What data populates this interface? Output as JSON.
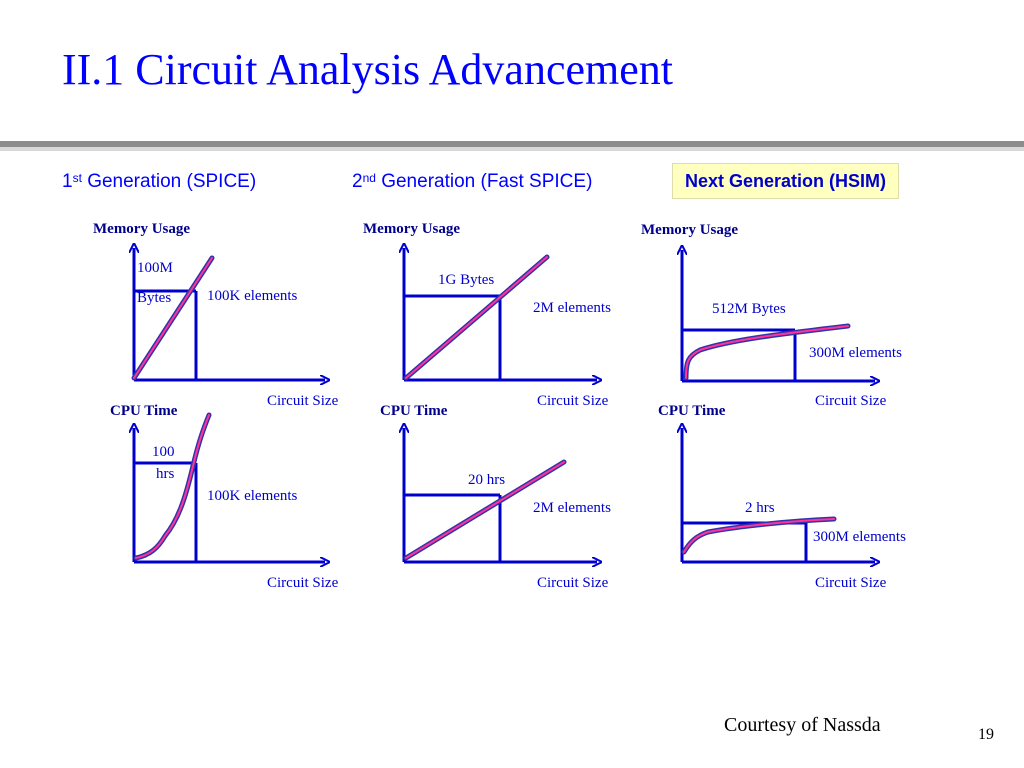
{
  "title": "II.1 Circuit Analysis Advancement",
  "generations": [
    {
      "base": "1",
      "sup": "st",
      "rest": " Generation (SPICE)"
    },
    {
      "base": "2",
      "sup": "nd",
      "rest": " Generation (Fast SPICE)"
    },
    {
      "label": "Next Generation (HSIM)"
    }
  ],
  "axes": {
    "memory_label": "Memory Usage",
    "cpu_label": "CPU Time",
    "x_label": "Circuit Size"
  },
  "panels": {
    "g1_mem": {
      "value_line1": "100M",
      "value_line2": "Bytes",
      "elements": "100K  elements"
    },
    "g2_mem": {
      "value": "1G  Bytes",
      "elements": "2M  elements"
    },
    "g3_mem": {
      "value": "512M   Bytes",
      "elements": "300M  elements"
    },
    "g1_cpu": {
      "value_line1": "100",
      "value_line2": "hrs",
      "elements": "100K  elements"
    },
    "g2_cpu": {
      "value": "20 hrs",
      "elements": "2M  elements"
    },
    "g3_cpu": {
      "value": "2 hrs",
      "elements": "300M  elements"
    }
  },
  "colors": {
    "axis": "#0000cc",
    "curve_outer": "#3333aa",
    "curve_inner": "#ff3399",
    "highlight_bg": "#ffffc0"
  },
  "footer": {
    "credit": "Courtesy of Nassda",
    "page_number": "19"
  }
}
